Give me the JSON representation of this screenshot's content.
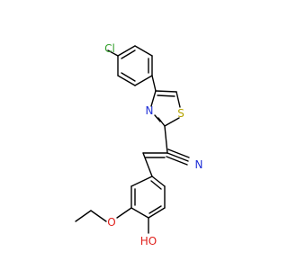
{
  "structure": {
    "colors": {
      "bond": "#000000",
      "Cl": "#33a02c",
      "S": "#b5a400",
      "N": "#1f2fd6",
      "O": "#e0201b",
      "background": "#ffffff"
    },
    "atom_labels": {
      "chlorine": "Cl",
      "sulfur": "S",
      "thiazole_nitrogen": "N",
      "nitrile_nitrogen": "N",
      "ether_oxygen": "O",
      "hydroxyl": "HO"
    }
  }
}
